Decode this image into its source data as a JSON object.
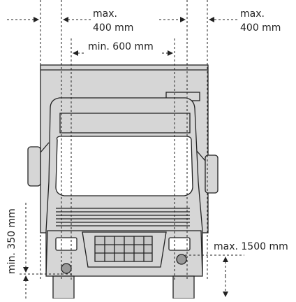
{
  "diagram": {
    "labels": {
      "max_left_1": "max.",
      "max_left_2": "400 mm",
      "max_right_1": "max.",
      "max_right_2": "400 mm",
      "min_between": "min. 600 mm",
      "min_height": "min. 350 mm",
      "max_height": "max. 1500 mm"
    },
    "colors": {
      "stroke": "#222222",
      "body_fill": "#d6d6d6",
      "light_fill": "#ffffff",
      "reflector_fill": "#999999"
    }
  }
}
